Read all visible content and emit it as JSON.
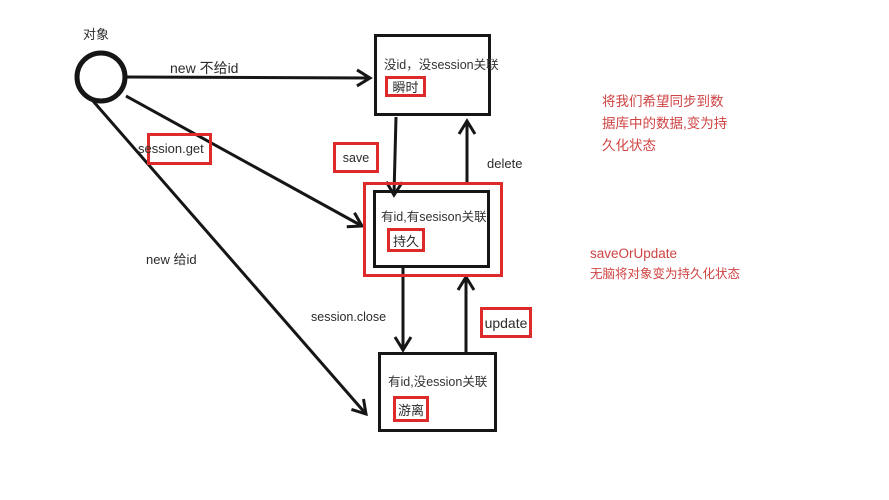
{
  "origin": {
    "label": "对象"
  },
  "states": {
    "transient": {
      "desc": "没id，没session关联",
      "name": "瞬时"
    },
    "persistent": {
      "desc": "有id,有sesison关联",
      "name": "持久"
    },
    "detached": {
      "desc": "有id,没ession关联",
      "name": "游离"
    }
  },
  "transitions": {
    "new_no_id": "new 不给id",
    "session_get": "session.get",
    "new_with_id": "new 给id",
    "save": "save",
    "delete": "delete",
    "session_close": "session.close",
    "update": "update"
  },
  "notes": {
    "sync": {
      "line1": "将我们希望同步到数",
      "line2": "据库中的数据,变为持",
      "line3": "久化状态"
    },
    "save_or_update": {
      "title": "saveOrUpdate",
      "desc": "无脑将对象变为持久化状态"
    }
  },
  "colors": {
    "line": "#161616",
    "red_frame": "#dd2b2b",
    "red_text": "#cf4343"
  }
}
